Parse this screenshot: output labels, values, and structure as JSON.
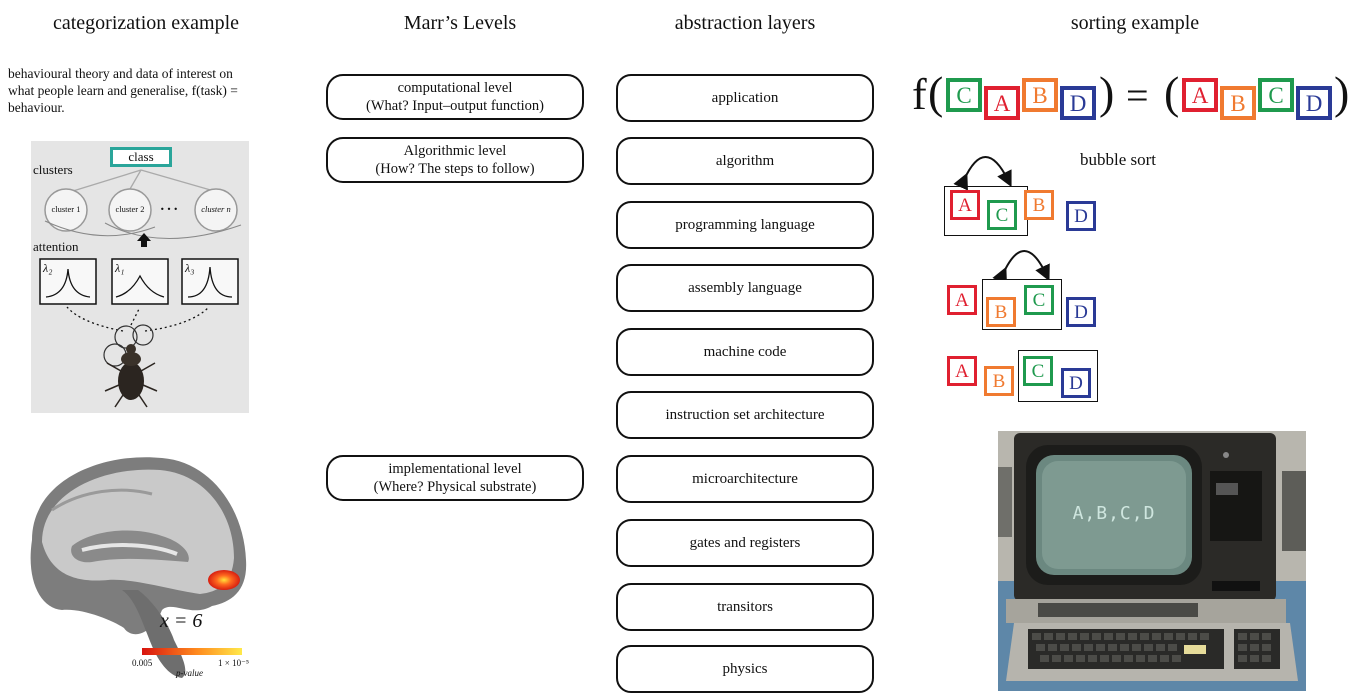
{
  "headings": {
    "categorization": "categorization example",
    "marr": "Marr’s Levels",
    "abstraction": "abstraction layers",
    "sorting": "sorting example"
  },
  "categorization": {
    "description": "behavioural theory and data of interest on what people learn and generalise, f(task) = behaviour.",
    "model": {
      "class_label": "class",
      "clusters_label": "clusters",
      "attention_label": "attention",
      "cluster_labels": [
        "cluster 1",
        "cluster 2",
        "cluster n"
      ],
      "ellipsis": "…",
      "lambda_labels": [
        "λ₂",
        "λ₁",
        "λ₃"
      ]
    },
    "brain": {
      "slice_label": "x = 6",
      "colorbar_min": "0.005",
      "colorbar_max": "1 × 10⁻⁵",
      "colorbar_title": "p-value"
    }
  },
  "marr_levels": [
    {
      "title": "computational level",
      "subtitle": "(What? Input–output function)"
    },
    {
      "title": "Algorithmic level",
      "subtitle": "(How? The steps to follow)"
    },
    {
      "title": "implementational level",
      "subtitle": "(Where? Physical substrate)"
    }
  ],
  "abstraction_layers": [
    "application",
    "algorithm",
    "programming language",
    "assembly language",
    "machine code",
    "instruction set architecture",
    "microarchitecture",
    "gates and registers",
    "transitors",
    "physics"
  ],
  "sorting": {
    "function_name": "f",
    "open_paren": "(",
    "close_paren": ")",
    "equals": "=",
    "input_letters": [
      "C",
      "A",
      "B",
      "D"
    ],
    "output_letters": [
      "A",
      "B",
      "C",
      "D"
    ],
    "bubble_sort_label": "bubble sort",
    "steps": [
      [
        "A",
        "C",
        "B",
        "D"
      ],
      [
        "A",
        "B",
        "C",
        "D"
      ],
      [
        "A",
        "B",
        "C",
        "D"
      ]
    ],
    "screen_text": "A,B,C,D"
  },
  "colors": {
    "A": "#e02030",
    "B": "#f07a30",
    "C": "#1f9a4e",
    "D": "#2a3a96",
    "class_box": "#2aa59a"
  }
}
